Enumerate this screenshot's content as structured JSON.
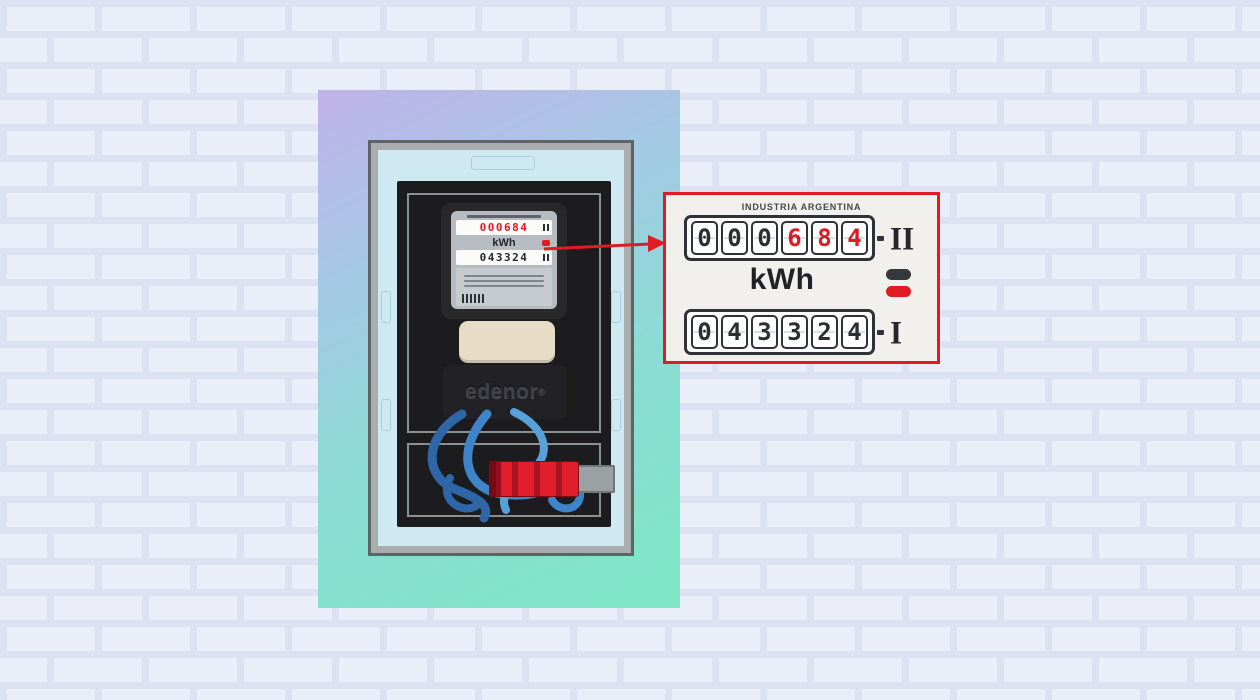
{
  "illustration": {
    "meter": {
      "display_top": "000684",
      "display_unit": "kWh",
      "display_bottom": "043324",
      "brand": "edenor",
      "brand_mark": "®"
    },
    "callout": {
      "header": "INDUSTRIA ARGENTINA",
      "unit_label": "kWh",
      "top_counter": {
        "digits": [
          "0",
          "0",
          "0",
          "6",
          "8",
          "4"
        ],
        "numeral": "II"
      },
      "bottom_counter": {
        "digits": [
          "0",
          "4",
          "3",
          "3",
          "2",
          "4"
        ],
        "numeral": "I"
      }
    },
    "colors": {
      "accent_red": "#e01b24",
      "cable_blue": "#3d85c8",
      "gradient_start": "#c1b2e9",
      "gradient_end": "#7fe7c5"
    }
  }
}
